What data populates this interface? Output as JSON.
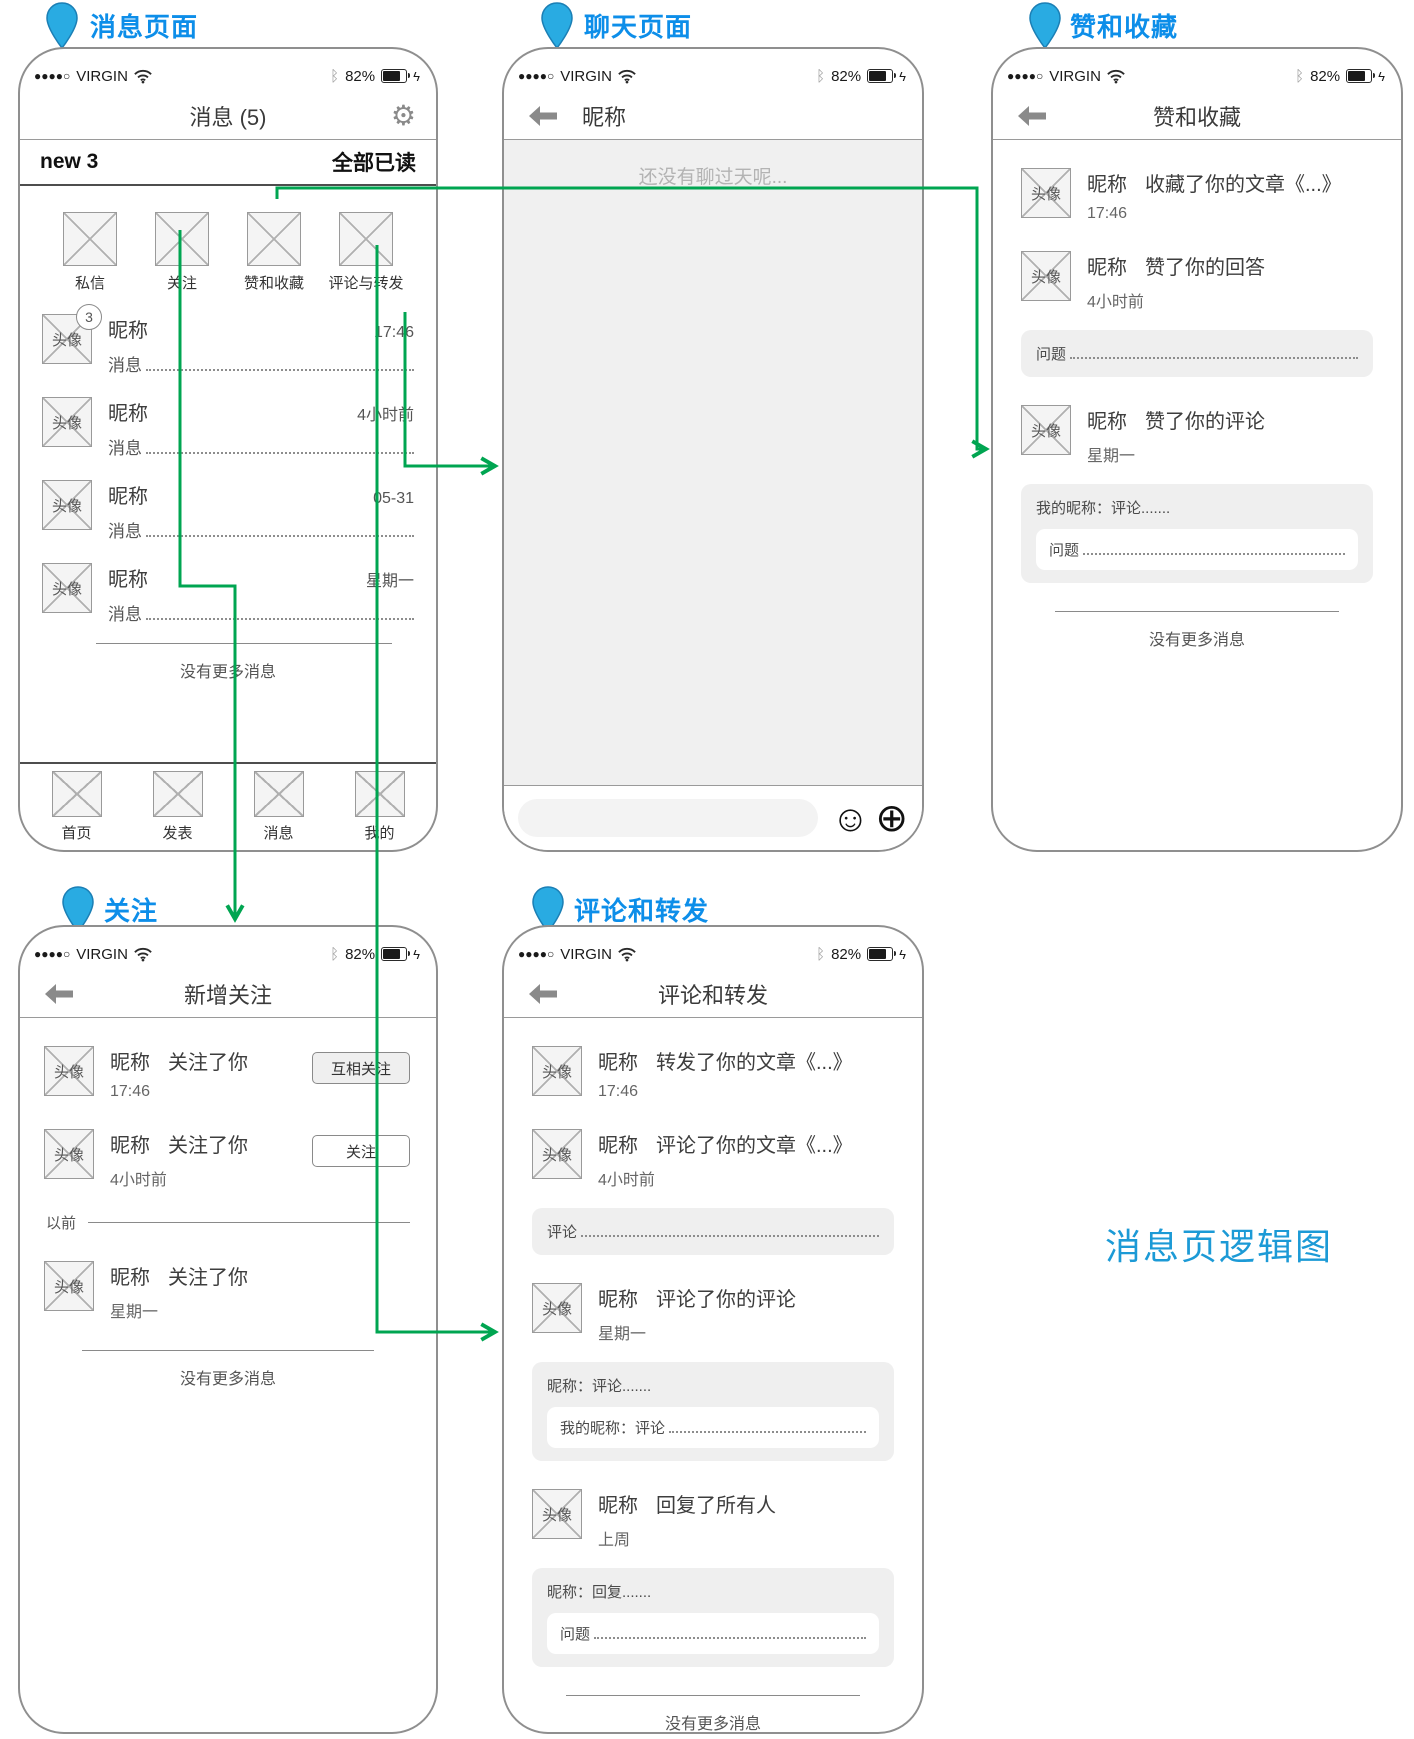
{
  "diagram_title": "消息页逻辑图",
  "status": {
    "signal_dots": "●●●●○",
    "carrier": "VIRGIN",
    "bluetooth_glyph": "ᛒ",
    "battery_percent": "82%",
    "charging_glyph": "ϟ"
  },
  "icons": {
    "gear": "⚙",
    "emoji": "☺",
    "plus": "⊕"
  },
  "messages_page": {
    "pin_label": "消息页面",
    "nav_title": "消息 (5)",
    "new_label": "new 3",
    "read_all": "全部已读",
    "avatar_label": "头像",
    "categories": [
      "私信",
      "关注",
      "赞和收藏",
      "评论与转发"
    ],
    "rows": [
      {
        "badge": "3",
        "name": "昵称",
        "preview": "消息",
        "time": "17:46"
      },
      {
        "name": "昵称",
        "preview": "消息",
        "time": "4小时前"
      },
      {
        "name": "昵称",
        "preview": "消息",
        "time": "05-31"
      },
      {
        "name": "昵称",
        "preview": "消息",
        "time": "星期一"
      }
    ],
    "no_more": "没有更多消息",
    "tabs": [
      "首页",
      "发表",
      "消息",
      "我的"
    ]
  },
  "chat_page": {
    "pin_label": "聊天页面",
    "nav_title": "昵称",
    "empty_text": "还没有聊过天呢..."
  },
  "likes_page": {
    "pin_label": "赞和收藏",
    "nav_title": "赞和收藏",
    "avatar_label": "头像",
    "items": [
      {
        "name": "昵称",
        "action": "收藏了你的文章《...》",
        "time": "17:46"
      },
      {
        "name": "昵称",
        "action": "赞了你的回答",
        "time": "4小时前",
        "quote_label": "问题"
      },
      {
        "name": "昵称",
        "action": "赞了你的评论",
        "time": "星期一",
        "comment_line": "我的昵称：评论.......",
        "inner_label": "问题"
      }
    ],
    "no_more": "没有更多消息"
  },
  "follows_page": {
    "pin_label": "关注",
    "nav_title": "新增关注",
    "avatar_label": "头像",
    "items": [
      {
        "name": "昵称",
        "action": "关注了你",
        "time": "17:46",
        "button": "互相关注"
      },
      {
        "name": "昵称",
        "action": "关注了你",
        "time": "4小时前",
        "button": "关注"
      },
      {
        "name": "昵称",
        "action": "关注了你",
        "time": "星期一"
      }
    ],
    "earlier_label": "以前",
    "no_more": "没有更多消息"
  },
  "comments_page": {
    "pin_label": "评论和转发",
    "nav_title": "评论和转发",
    "avatar_label": "头像",
    "items": [
      {
        "name": "昵称",
        "action": "转发了你的文章《...》",
        "time": "17:46"
      },
      {
        "name": "昵称",
        "action": "评论了你的文章《...》",
        "time": "4小时前",
        "quote_label": "评论"
      },
      {
        "name": "昵称",
        "action": "评论了你的评论",
        "time": "星期一",
        "comment_line": "昵称：评论.......",
        "inner_label": "我的昵称：评论"
      },
      {
        "name": "昵称",
        "action": "回复了所有人",
        "time": "上周",
        "comment_line": "昵称：回复.......",
        "inner_label": "问题"
      }
    ],
    "no_more": "没有更多消息"
  }
}
